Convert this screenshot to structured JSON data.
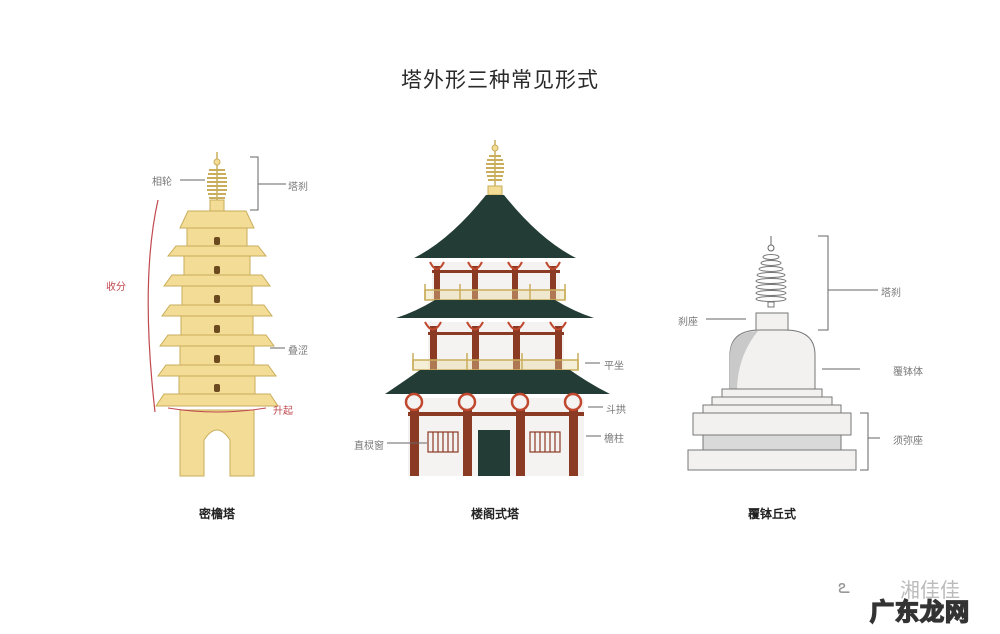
{
  "title": "塔外形三种常见形式",
  "pagodas": [
    {
      "caption": "密檐塔",
      "labels": {
        "xianglun": "相轮",
        "tacha": "塔刹",
        "shoufen": "收分",
        "diese": "叠涩",
        "shengqi": "升起"
      }
    },
    {
      "caption": "楼阁式塔",
      "labels": {
        "pingzuo": "平坐",
        "dougong": "斗拱",
        "yanzhu": "檐柱",
        "zhilingchuang": "直棂窗"
      }
    },
    {
      "caption": "覆钵丘式",
      "labels": {
        "tacha": "塔刹",
        "chazuo": "刹座",
        "fubo": "覆钵体",
        "xumizuo": "须弥座"
      }
    }
  ],
  "watermark": {
    "main": "广东龙网",
    "behind": "湘佳佳",
    "bubble": "ఽ"
  },
  "colors": {
    "dense_eave_fill": "#f3dc95",
    "dense_eave_stroke": "#c9ad5a",
    "roof_dark": "#233d36",
    "timber": "#8b3a24",
    "bracket_red": "#c0482f",
    "railing": "#e6d89a",
    "wall": "#f5f3f1",
    "stupa_fill": "#f2f1ef",
    "stupa_shade": "#c9c9c9",
    "label_red": "#c0484e",
    "label_gray": "#777777"
  }
}
